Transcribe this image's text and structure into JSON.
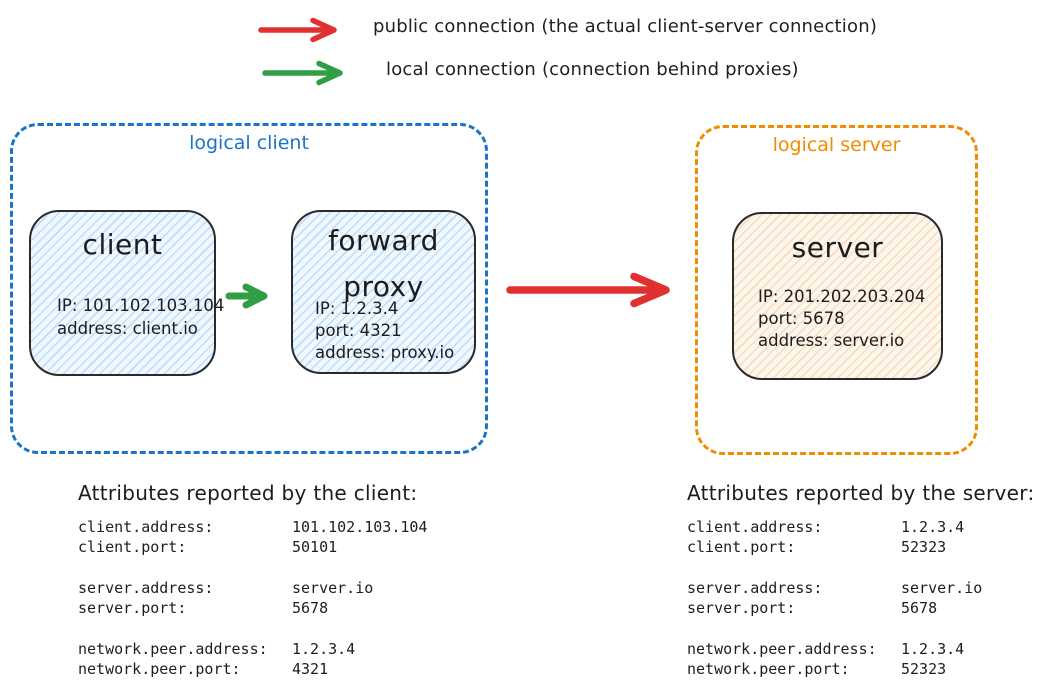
{
  "legend": {
    "public": {
      "label": "public connection (the actual client-server connection)",
      "color": "#e03131"
    },
    "local": {
      "label": "local connection (connection behind proxies)",
      "color": "#2f9e44"
    }
  },
  "groups": {
    "logical_client": {
      "label": "logical client",
      "color": "#1b74c7"
    },
    "logical_server": {
      "label": "logical server",
      "color": "#f08c00"
    }
  },
  "nodes": {
    "client": {
      "title": "client",
      "lines": [
        "IP: 101.102.103.104",
        "address: client.io"
      ]
    },
    "forward_proxy": {
      "title_lines": [
        "forward",
        "proxy"
      ],
      "lines": [
        "IP: 1.2.3.4",
        "port: 4321",
        "address: proxy.io"
      ]
    },
    "server": {
      "title": "server",
      "lines": [
        "IP: 201.202.203.204",
        "port: 5678",
        "address: server.io"
      ]
    }
  },
  "attributes": {
    "client": {
      "heading": "Attributes reported by the client:",
      "groups": [
        [
          {
            "key": "client.address:",
            "value": "101.102.103.104"
          },
          {
            "key": "client.port:",
            "value": "50101"
          }
        ],
        [
          {
            "key": "server.address:",
            "value": "server.io"
          },
          {
            "key": "server.port:",
            "value": "5678"
          }
        ],
        [
          {
            "key": "network.peer.address:",
            "value": "1.2.3.4"
          },
          {
            "key": "network.peer.port:",
            "value": "4321"
          }
        ]
      ]
    },
    "server": {
      "heading": "Attributes reported by the server:",
      "groups": [
        [
          {
            "key": "client.address:",
            "value": "1.2.3.4"
          },
          {
            "key": "client.port:",
            "value": "52323"
          }
        ],
        [
          {
            "key": "server.address:",
            "value": "server.io"
          },
          {
            "key": "server.port:",
            "value": "5678"
          }
        ],
        [
          {
            "key": "network.peer.address:",
            "value": "1.2.3.4"
          },
          {
            "key": "network.peer.port:",
            "value": "52323"
          }
        ]
      ]
    }
  },
  "colors": {
    "node_border": "#2a2a2a",
    "client_fill_hatch": "#9ec9ec",
    "server_fill_hatch": "#eeaa60",
    "text": "#1e1e1e"
  }
}
